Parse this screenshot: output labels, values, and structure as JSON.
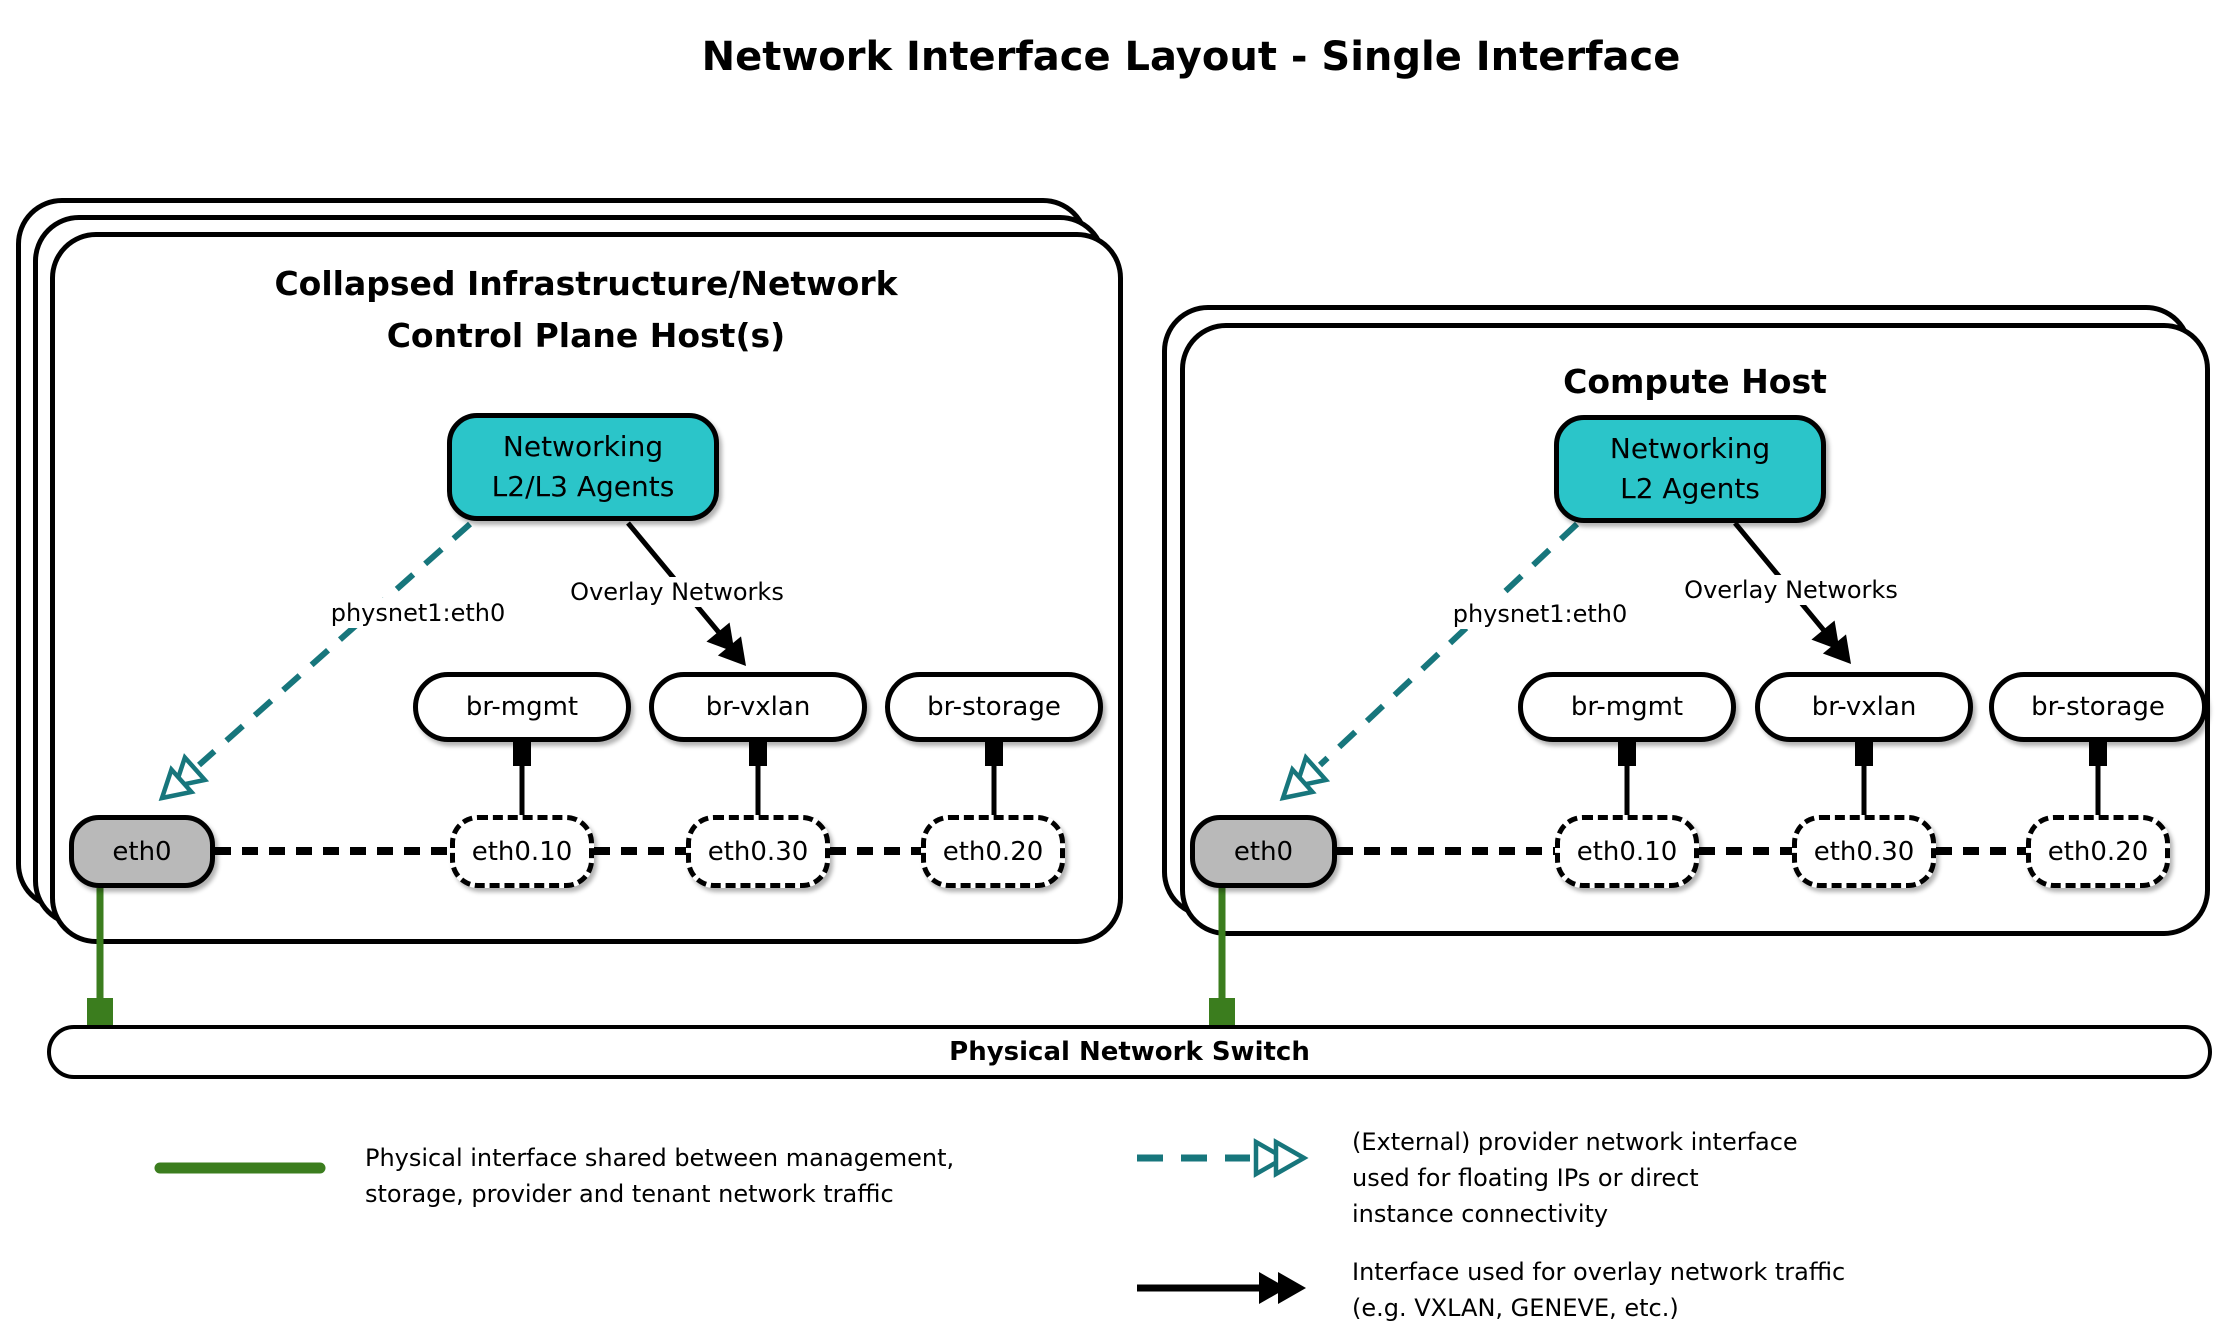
{
  "title": "Network Interface Layout - Single Interface",
  "colors": {
    "agent_fill": "#2bc5c9",
    "provider_arrow": "#17767c",
    "physical_link_green": "#3b7d1e",
    "eth_fill": "#b9b9b9",
    "line_black": "#000000"
  },
  "hosts": [
    {
      "title_line1": "Collapsed Infrastructure/Network",
      "title_line2": "Control Plane Host(s)",
      "agent_line1": "Networking",
      "agent_line2": "L2/L3 Agents",
      "provider_label": "physnet1:eth0",
      "overlay_label": "Overlay Networks",
      "bridges": [
        {
          "label": "br-mgmt"
        },
        {
          "label": "br-vxlan"
        },
        {
          "label": "br-storage"
        }
      ],
      "physical_interface": "eth0",
      "vlan_interfaces": [
        {
          "label": "eth0.10"
        },
        {
          "label": "eth0.30"
        },
        {
          "label": "eth0.20"
        }
      ]
    },
    {
      "title_line1": "Compute Host",
      "agent_line1": "Networking",
      "agent_line2": "L2 Agents",
      "provider_label": "physnet1:eth0",
      "overlay_label": "Overlay Networks",
      "bridges": [
        {
          "label": "br-mgmt"
        },
        {
          "label": "br-vxlan"
        },
        {
          "label": "br-storage"
        }
      ],
      "physical_interface": "eth0",
      "vlan_interfaces": [
        {
          "label": "eth0.10"
        },
        {
          "label": "eth0.30"
        },
        {
          "label": "eth0.20"
        }
      ]
    }
  ],
  "switch": {
    "label": "Physical Network Switch"
  },
  "legend": [
    {
      "type": "green-line",
      "lines": [
        "Physical interface shared between management,",
        "storage, provider and tenant network traffic"
      ]
    },
    {
      "type": "teal-dashed-arrow",
      "lines": [
        "(External) provider network interface",
        "used for floating IPs or direct",
        "instance connectivity"
      ]
    },
    {
      "type": "black-arrow",
      "lines": [
        "Interface used for overlay network traffic",
        "(e.g. VXLAN, GENEVE, etc.)"
      ]
    }
  ]
}
